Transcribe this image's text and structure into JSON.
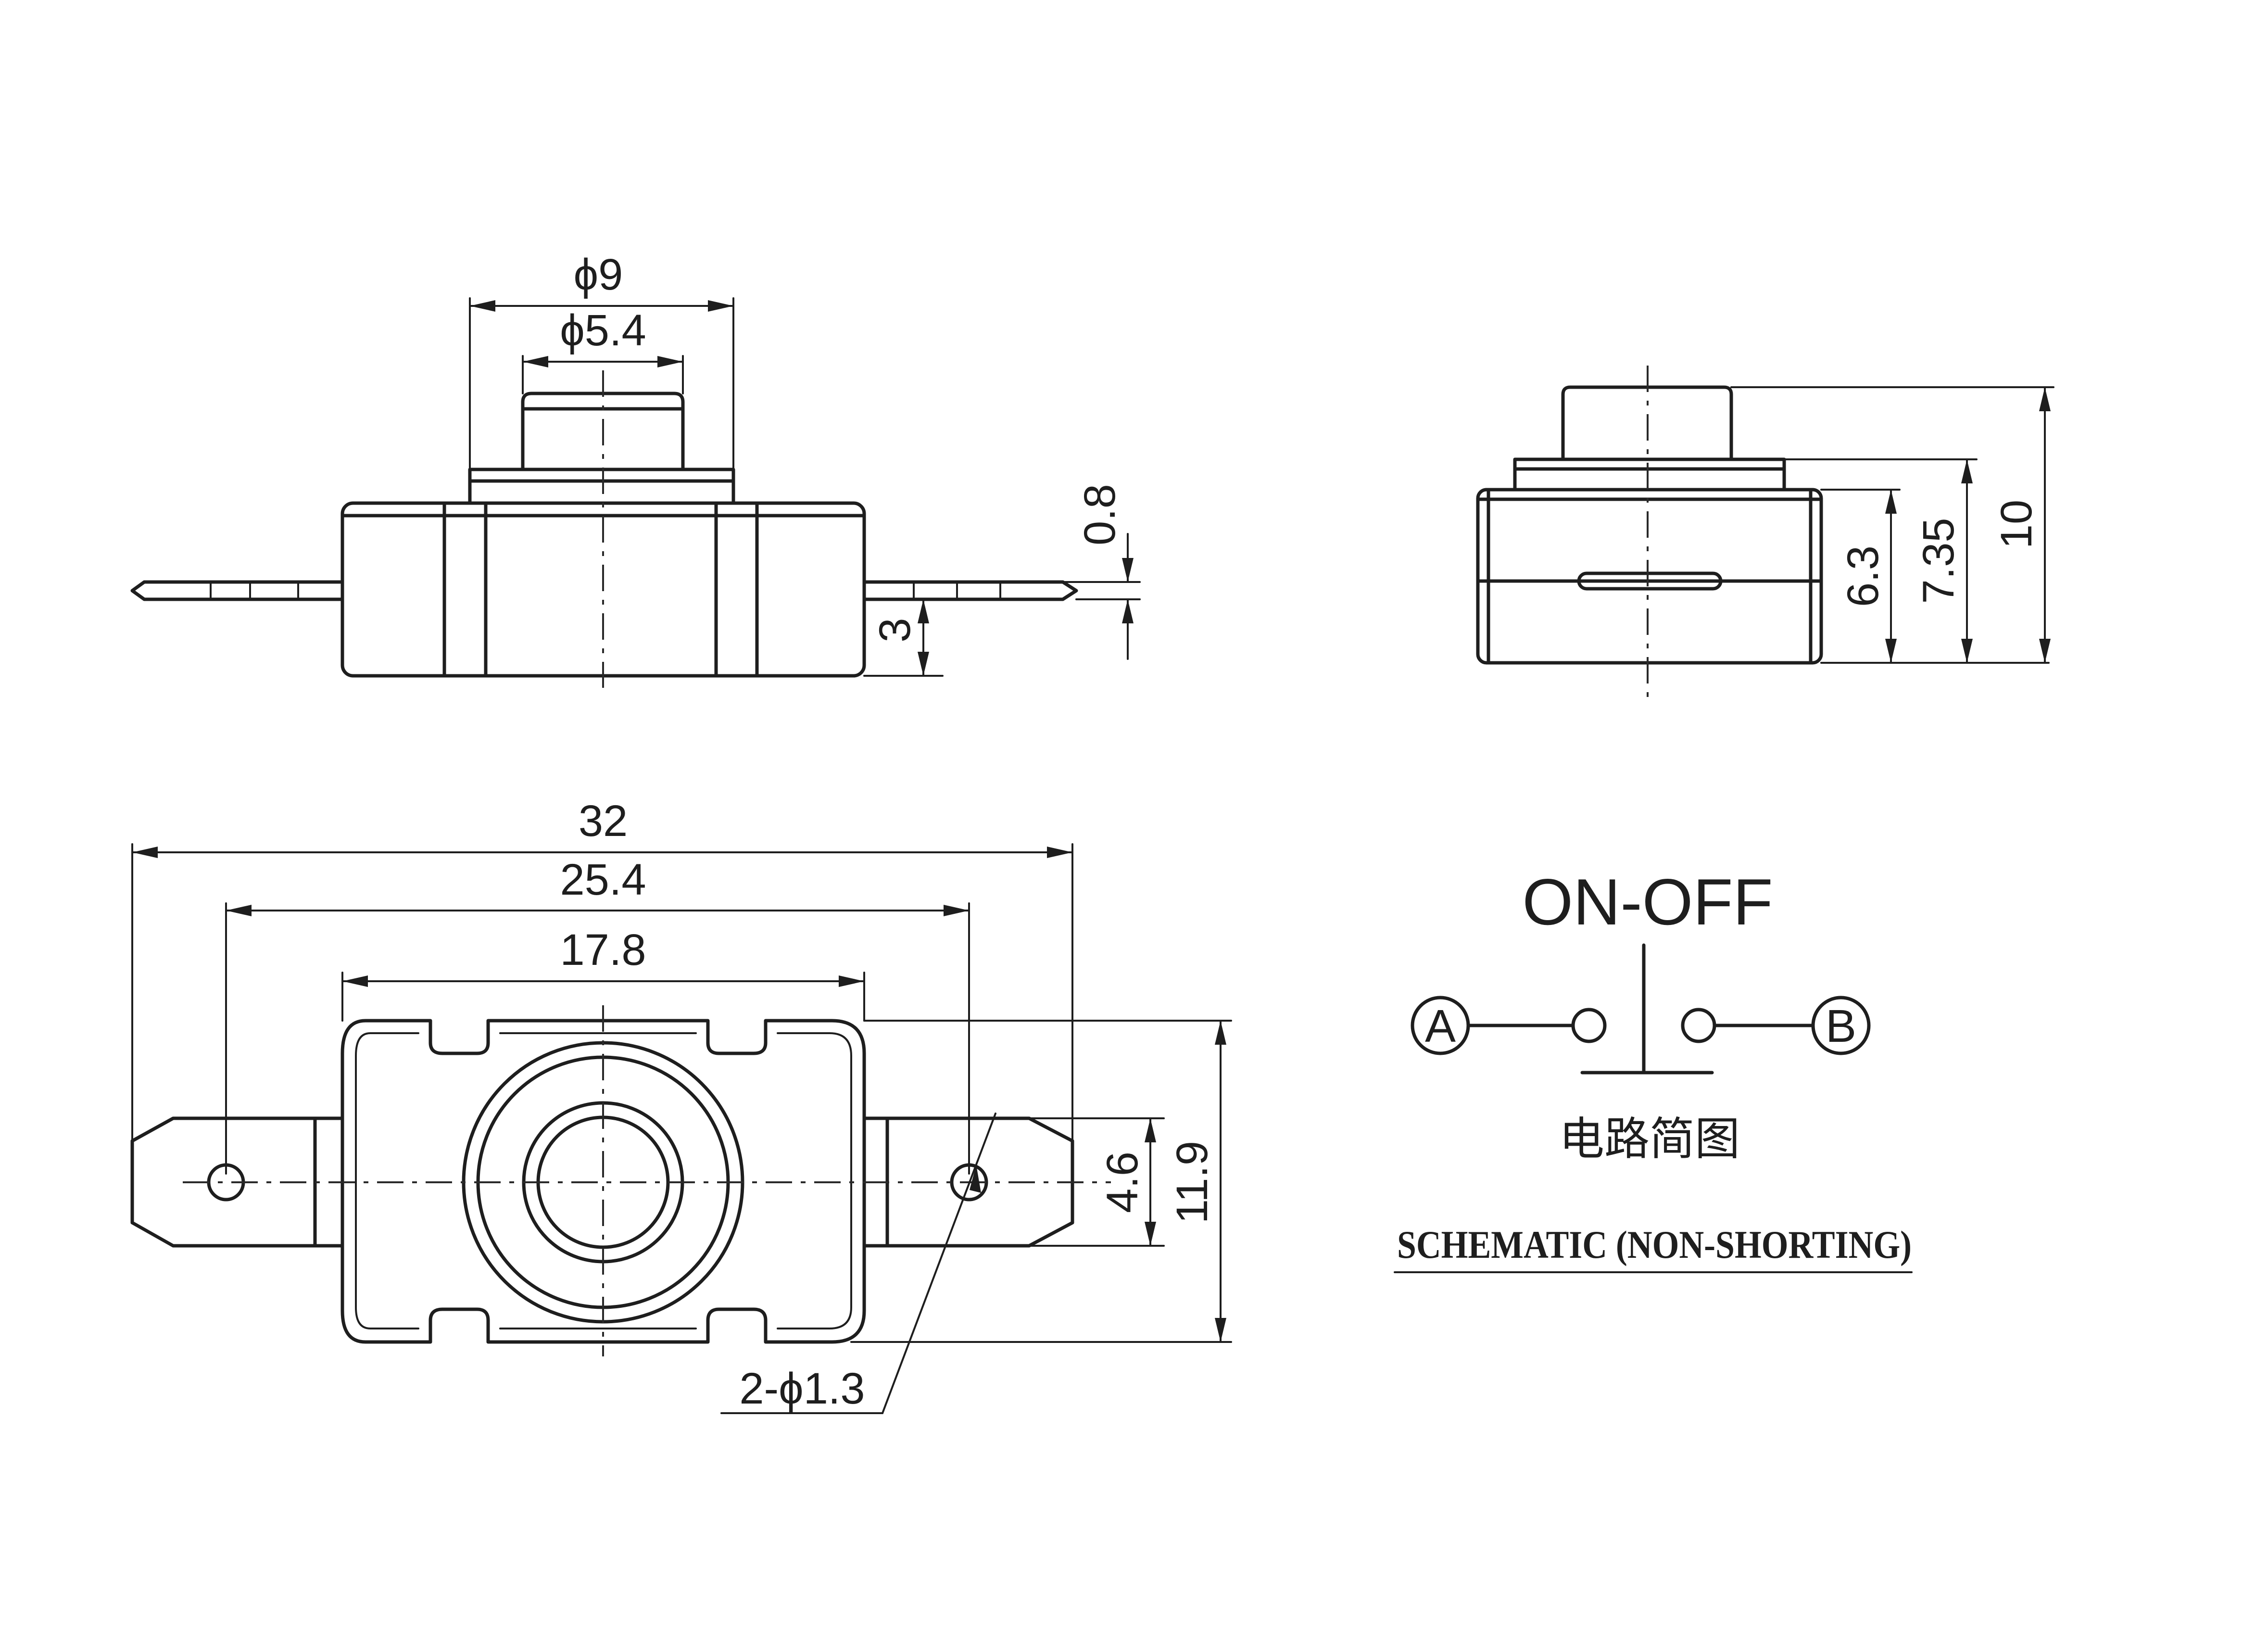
{
  "dimensions": {
    "front_outer_dia": "ϕ9",
    "front_inner_dia": "ϕ5.4",
    "front_thickness": "0.8",
    "front_offset": "3",
    "side_h1": "6.3",
    "side_h2": "7.35",
    "side_h3": "10",
    "top_overall": "32",
    "top_pitch": "25.4",
    "top_body": "17.8",
    "top_width": "4.6",
    "top_height": "11.9",
    "top_holes": "2-ϕ1.3"
  },
  "schematic": {
    "title": "ON-OFF",
    "terminal_a": "A",
    "terminal_b": "B",
    "caption_cn": "电路简图",
    "caption_en": "SCHEMATIC (NON-SHORTING)"
  }
}
